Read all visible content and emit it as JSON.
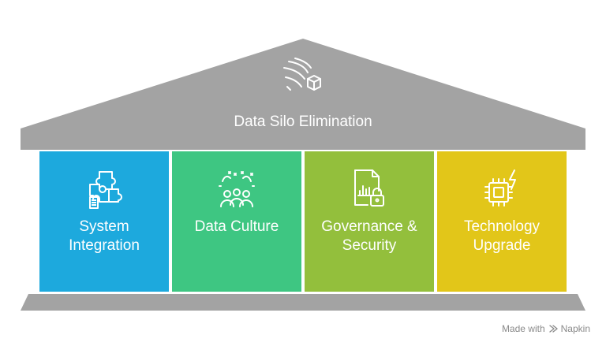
{
  "roof": {
    "title": "Data Silo Elimination",
    "icon": "data-flow-cube-icon",
    "color": "#a3a3a3"
  },
  "pillars": [
    {
      "label_line1": "System",
      "label_line2": "Integration",
      "icon": "puzzle-integration-icon",
      "color": "#1da9dd"
    },
    {
      "label_line1": "Data Culture",
      "label_line2": "",
      "icon": "people-celebration-icon",
      "color": "#3ec682"
    },
    {
      "label_line1": "Governance &",
      "label_line2": "Security",
      "icon": "document-lock-icon",
      "color": "#93bf3c"
    },
    {
      "label_line1": "Technology",
      "label_line2": "Upgrade",
      "icon": "chip-lightning-icon",
      "color": "#e2c619"
    }
  ],
  "base": {
    "color": "#a3a3a3"
  },
  "footer": {
    "made_with": "Made with",
    "brand": "Napkin"
  }
}
